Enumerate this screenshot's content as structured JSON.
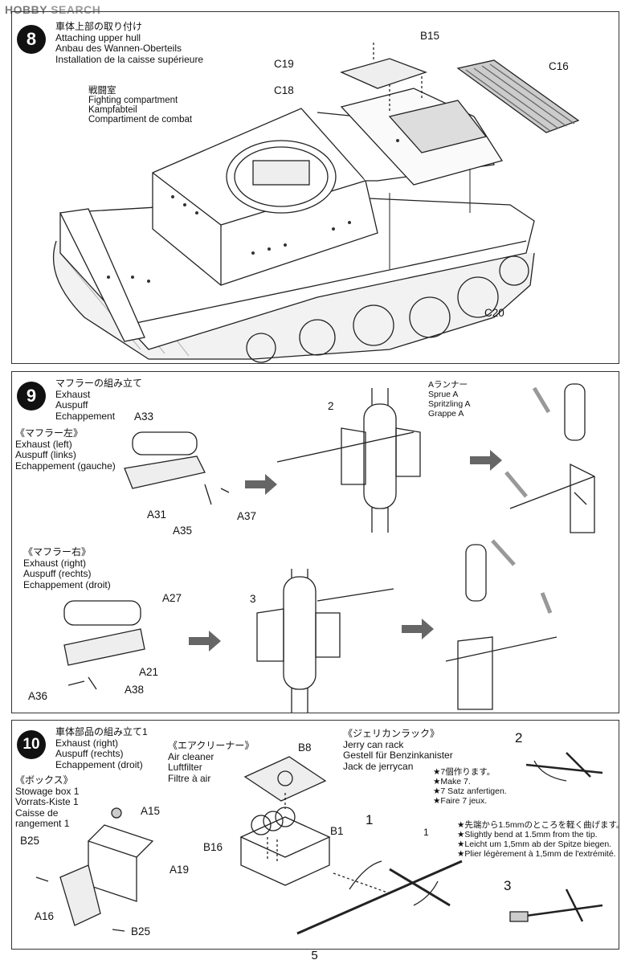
{
  "watermark": {
    "brand": "HOBBY",
    "rest": "SEARCH"
  },
  "page_number": "5",
  "step8": {
    "number": "8",
    "title": [
      "車体上部の取り付け",
      "Attaching upper hull",
      "Anbau des Wannen-Oberteils",
      "Installation de la caisse supérieure"
    ],
    "compartment": [
      "戦闘室",
      "Fighting compartment",
      "Kampfabteil",
      "Compartiment de combat"
    ],
    "parts": {
      "b15": "B15",
      "c19": "C19",
      "c18": "C18",
      "c16": "C16",
      "c20": "C20"
    }
  },
  "step9": {
    "number": "9",
    "title": [
      "マフラーの組み立て",
      "Exhaust",
      "Auspuff",
      "Echappement"
    ],
    "left_title": [
      "《マフラー左》",
      "Exhaust (left)",
      "Auspuff (links)",
      "Echappement (gauche)"
    ],
    "right_title": [
      "《マフラー右》",
      "Exhaust (right)",
      "Auspuff (rechts)",
      "Echappement (droit)"
    ],
    "sprue": [
      "Aランナー",
      "Sprue A",
      "Spritzling A",
      "Grappe A"
    ],
    "parts": {
      "a33": "A33",
      "a31": "A31",
      "a35": "A35",
      "a37": "A37",
      "a27": "A27",
      "a21": "A21",
      "a36": "A36",
      "a38": "A38"
    },
    "labels": {
      "two": "2",
      "three": "3"
    }
  },
  "step10": {
    "number": "10",
    "title": [
      "車体部品の組み立て1",
      "Exhaust (right)",
      "Auspuff (rechts)",
      "Echappement (droit)"
    ],
    "box": [
      "《ボックス》",
      "Stowage box 1",
      "Vorrats-Kiste 1",
      "Caisse de",
      "rangement 1"
    ],
    "air": [
      "《エアクリーナー》",
      "Air cleaner",
      "Luftfilter",
      "Filtre à air"
    ],
    "jerry": [
      "《ジェリカンラック》",
      "Jerry can rack",
      "Gestell für Benzinkanister",
      "Jack de jerrycan"
    ],
    "make7": [
      "★7個作ります。",
      "★Make 7.",
      "★7 Satz anfertigen.",
      "★Faire 7 jeux."
    ],
    "bend": [
      "★先端から1.5mmのところを軽く曲げます。",
      "★Slightly bend at 1.5mm from the tip.",
      "★Leicht um 1,5mm ab der Spitze biegen.",
      "★Plier légèrement à 1,5mm de l'extrémité."
    ],
    "parts": {
      "b8": "B8",
      "b1": "B1",
      "b16": "B16",
      "a15": "A15",
      "a19": "A19",
      "b25a": "B25",
      "b25b": "B25",
      "a16": "A16"
    },
    "labels": {
      "one_big": "1",
      "one_small": "1",
      "two": "2",
      "three": "3"
    }
  }
}
